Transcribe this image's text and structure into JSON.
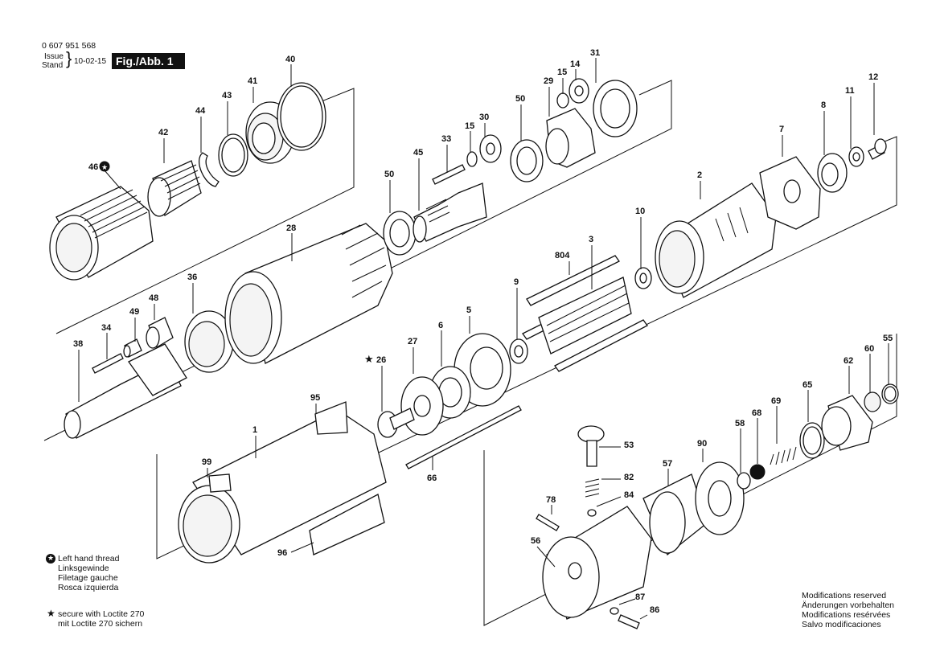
{
  "header": {
    "part_number": "0 607 951 568",
    "issue_label": "Issue",
    "stand_label": "Stand",
    "date": "10-02-15",
    "figure_label": "Fig./Abb. 1"
  },
  "legend": {
    "left_hand_thread": [
      "Left hand thread",
      "Linksgewinde",
      "Filetage gauche",
      "Rosca izquierda"
    ],
    "loctite": [
      "secure with Loctite 270",
      "mit Loctite 270 sichern"
    ]
  },
  "modifications": [
    "Modifications reserved",
    "Änderungen vorbehalten",
    "Modifications resérvées",
    "Salvo modificaciones"
  ],
  "callouts": [
    {
      "id": "c40",
      "label": "40"
    },
    {
      "id": "c41",
      "label": "41"
    },
    {
      "id": "c43",
      "label": "43"
    },
    {
      "id": "c44",
      "label": "44"
    },
    {
      "id": "c42",
      "label": "42"
    },
    {
      "id": "c46",
      "label": "46"
    },
    {
      "id": "c28",
      "label": "28"
    },
    {
      "id": "c36",
      "label": "36"
    },
    {
      "id": "c48",
      "label": "48"
    },
    {
      "id": "c49",
      "label": "49"
    },
    {
      "id": "c34",
      "label": "34"
    },
    {
      "id": "c38",
      "label": "38"
    },
    {
      "id": "c50a",
      "label": "50"
    },
    {
      "id": "c45",
      "label": "45"
    },
    {
      "id": "c33",
      "label": "33"
    },
    {
      "id": "c15a",
      "label": "15"
    },
    {
      "id": "c30",
      "label": "30"
    },
    {
      "id": "c50b",
      "label": "50"
    },
    {
      "id": "c29",
      "label": "29"
    },
    {
      "id": "c15b",
      "label": "15"
    },
    {
      "id": "c14",
      "label": "14"
    },
    {
      "id": "c31",
      "label": "31"
    },
    {
      "id": "c12",
      "label": "12"
    },
    {
      "id": "c11",
      "label": "11"
    },
    {
      "id": "c8",
      "label": "8"
    },
    {
      "id": "c7",
      "label": "7"
    },
    {
      "id": "c2",
      "label": "2"
    },
    {
      "id": "c10",
      "label": "10"
    },
    {
      "id": "c3",
      "label": "3"
    },
    {
      "id": "c804",
      "label": "804"
    },
    {
      "id": "c9",
      "label": "9"
    },
    {
      "id": "c5",
      "label": "5"
    },
    {
      "id": "c6",
      "label": "6"
    },
    {
      "id": "c27",
      "label": "27"
    },
    {
      "id": "c26",
      "label": "26"
    },
    {
      "id": "c95",
      "label": "95"
    },
    {
      "id": "c1",
      "label": "1"
    },
    {
      "id": "c99",
      "label": "99"
    },
    {
      "id": "c96",
      "label": "96"
    },
    {
      "id": "c66",
      "label": "66"
    },
    {
      "id": "c53",
      "label": "53"
    },
    {
      "id": "c82",
      "label": "82"
    },
    {
      "id": "c84",
      "label": "84"
    },
    {
      "id": "c78",
      "label": "78"
    },
    {
      "id": "c56",
      "label": "56"
    },
    {
      "id": "c87",
      "label": "87"
    },
    {
      "id": "c86",
      "label": "86"
    },
    {
      "id": "c57",
      "label": "57"
    },
    {
      "id": "c90",
      "label": "90"
    },
    {
      "id": "c58",
      "label": "58"
    },
    {
      "id": "c68",
      "label": "68"
    },
    {
      "id": "c69",
      "label": "69"
    },
    {
      "id": "c65",
      "label": "65"
    },
    {
      "id": "c62",
      "label": "62"
    },
    {
      "id": "c60",
      "label": "60"
    },
    {
      "id": "c55",
      "label": "55"
    }
  ]
}
